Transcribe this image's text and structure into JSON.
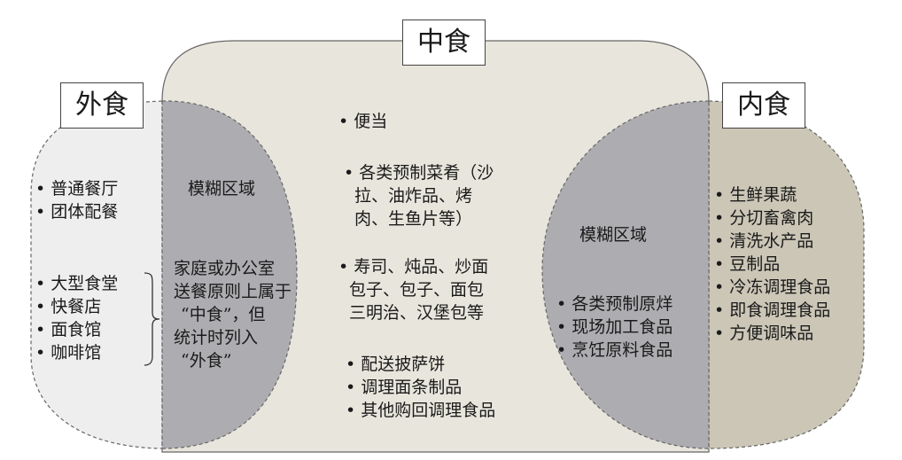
{
  "colors": {
    "zhongshi_fill": "#e8e6dc",
    "waishi_fill": "#eeeeef",
    "fuzzy_fill": "#adadb1",
    "neishi_fill": "#cbc6b6",
    "outline": "#666666"
  },
  "labels": {
    "zhongshi": "中食",
    "waishi": "外食",
    "neishi": "内食"
  },
  "waishi_list_1": [
    "普通餐厅",
    "团体配餐"
  ],
  "waishi_list_2": [
    "大型食堂",
    "快餐店",
    "面食馆",
    "咖啡馆"
  ],
  "fuzzy_left": {
    "title": "模糊区域",
    "note_lines": [
      "家庭或办公室",
      "送餐原则上属于",
      "“中食”，但",
      "统计时列入",
      "“外食”"
    ]
  },
  "zhongshi_groups": {
    "g1": [
      "便当"
    ],
    "g2": [
      "各类预制菜肴（沙",
      "拉、油炸品、烤",
      "肉、生鱼片等）"
    ],
    "g3": [
      "寿司、炖品、炒面",
      "包子、包子、面包",
      "三明治、汉堡包等"
    ],
    "g4": [
      "配送披萨饼",
      "调理面条制品",
      "其他购回调理食品"
    ]
  },
  "fuzzy_right": {
    "title": "模糊区域",
    "items": [
      "各类预制原烊",
      "现场加工食品",
      "烹饪原料食品"
    ]
  },
  "neishi_list": [
    "生鲜果蔬",
    "分切畜禽肉",
    "清洗水产品",
    "豆制品",
    "冷冻调理食品",
    "即食调理食品",
    "方便调味品"
  ]
}
